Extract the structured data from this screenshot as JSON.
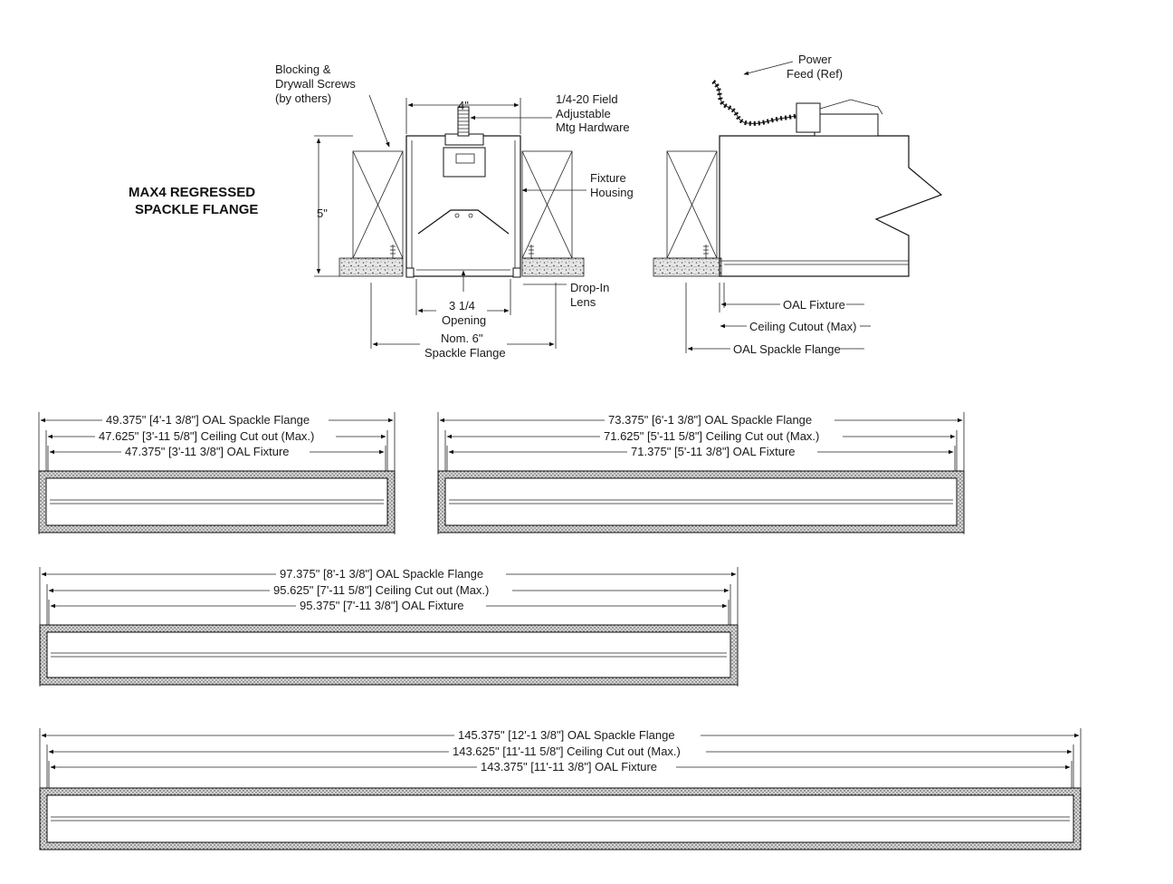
{
  "title": {
    "line1": "MAX4 REGRESSED",
    "line2": "SPACKLE FLANGE"
  },
  "section_view": {
    "blocking": [
      "Blocking &",
      "Drywall Screws",
      "(by others)"
    ],
    "width_top": "4\"",
    "hardware": [
      "1/4-20 Field",
      "Adjustable",
      "Mtg Hardware"
    ],
    "housing": [
      "Fixture",
      "Housing"
    ],
    "height": "5\"",
    "lens": [
      "Drop-In",
      "Lens"
    ],
    "opening": [
      "3 1/4",
      "Opening"
    ],
    "flange": [
      "Nom. 6\"",
      "Spackle Flange"
    ]
  },
  "end_view": {
    "power": [
      "Power",
      "Feed (Ref)"
    ],
    "oal_fixture": "OAL Fixture",
    "ceiling_cutout": "Ceiling Cutout (Max)",
    "oal_flange": "OAL Spackle Flange"
  },
  "fixtures": [
    {
      "flange": "49.375\" [4'-1 3/8\"] OAL Spackle Flange",
      "cutout": "47.625\" [3'-11 5/8\"] Ceiling Cut out (Max.)",
      "fixture": "47.375\" [3'-11 3/8\"] OAL Fixture"
    },
    {
      "flange": "73.375\" [6'-1 3/8\"] OAL Spackle Flange",
      "cutout": "71.625\" [5'-11 5/8\"] Ceiling Cut out (Max.)",
      "fixture": "71.375\" [5'-11 3/8\"] OAL Fixture"
    },
    {
      "flange": "97.375\" [8'-1 3/8\"] OAL Spackle Flange",
      "cutout": "95.625\" [7'-11 5/8\"] Ceiling Cut out (Max.)",
      "fixture": "95.375\" [7'-11 3/8\"] OAL Fixture"
    },
    {
      "flange": "145.375\" [12'-1 3/8\"] OAL Spackle Flange",
      "cutout": "143.625\" [11'-11 5/8\"] Ceiling Cut out (Max.)",
      "fixture": "143.375\" [11'-11 3/8\"] OAL Fixture"
    }
  ]
}
